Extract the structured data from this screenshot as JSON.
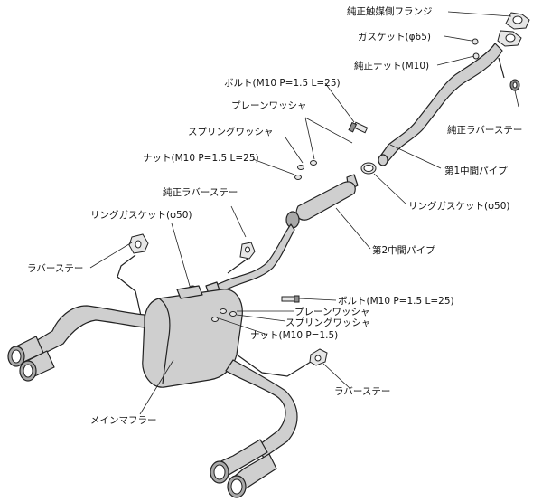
{
  "labels": {
    "exhaust_manifold_flange": "純正触媒側フランジ",
    "gasket_65": "ガスケット(φ65)",
    "oem_nut_m10": "純正ナット(M10)",
    "oem_rubber_stay_top": "純正ラバーステー",
    "bolt_top": "ボルト(M10 P=1.5 L=25)",
    "plain_washer_top": "プレーンワッシャ",
    "spring_washer_top": "スプリングワッシャ",
    "nut_top": "ナット(M10 P=1.5 L=25)",
    "first_mid_pipe": "第1中間パイプ",
    "ring_gasket_50_right": "リングガスケット(φ50)",
    "oem_rubber_stay_mid": "純正ラバーステー",
    "ring_gasket_50_left": "リングガスケット(φ50)",
    "second_mid_pipe": "第2中間パイプ",
    "rubber_stay_left": "ラバーステー",
    "bolt_bottom": "ボルト(M10 P=1.5 L=25)",
    "plain_washer_bottom": "プレーンワッシャ",
    "spring_washer_bottom": "スプリングワッシャ",
    "nut_bottom": "ナット(M10 P=1.5)",
    "rubber_stay_right": "ラバーステー",
    "main_muffler": "メインマフラー"
  }
}
